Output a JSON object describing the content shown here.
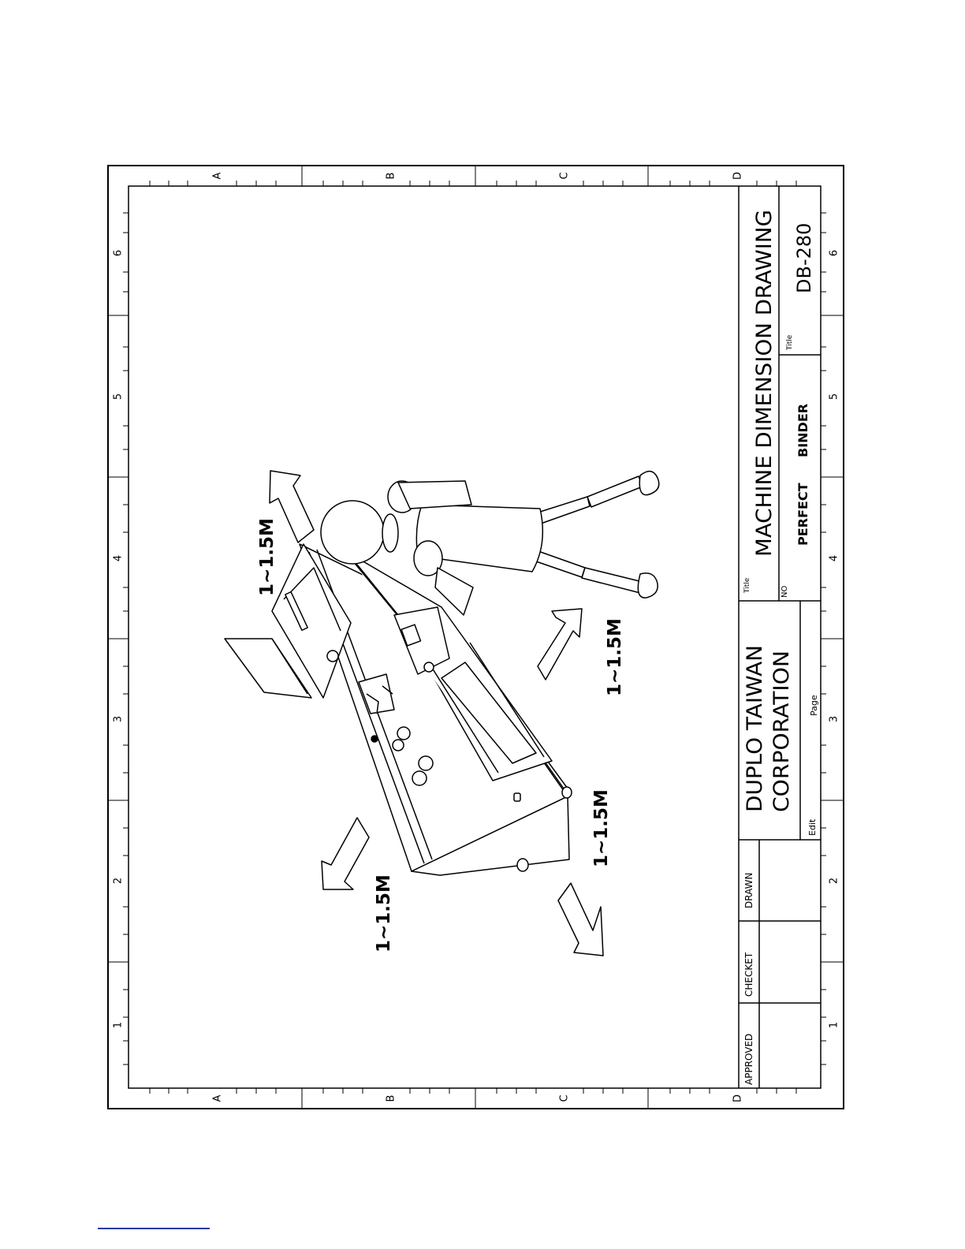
{
  "title_block": {
    "company_line1": "DUPLO TAIWAN",
    "company_line2": "CORPORATION",
    "title_caption": "Title",
    "title_caption_2": "Title",
    "drawing_title": "MACHINE DIMENSION DRAWING",
    "no_caption": "NO",
    "subject_word1": "PERFECT",
    "subject_word2": "BINDER",
    "model": "DB-280",
    "page_caption": "Page",
    "edit_caption": "Edit",
    "approved": "APPROVED",
    "checked": "CHECKET",
    "drawn": "DRAWN"
  },
  "border": {
    "row_letters": [
      "A",
      "B",
      "C",
      "D"
    ],
    "col_numbers": [
      "1",
      "2",
      "3",
      "4",
      "5",
      "6"
    ]
  },
  "clearance": {
    "top": "1~1.5M",
    "right": "1~1.5M",
    "left": "1~1.5M",
    "bottom": "1~1.5M"
  }
}
